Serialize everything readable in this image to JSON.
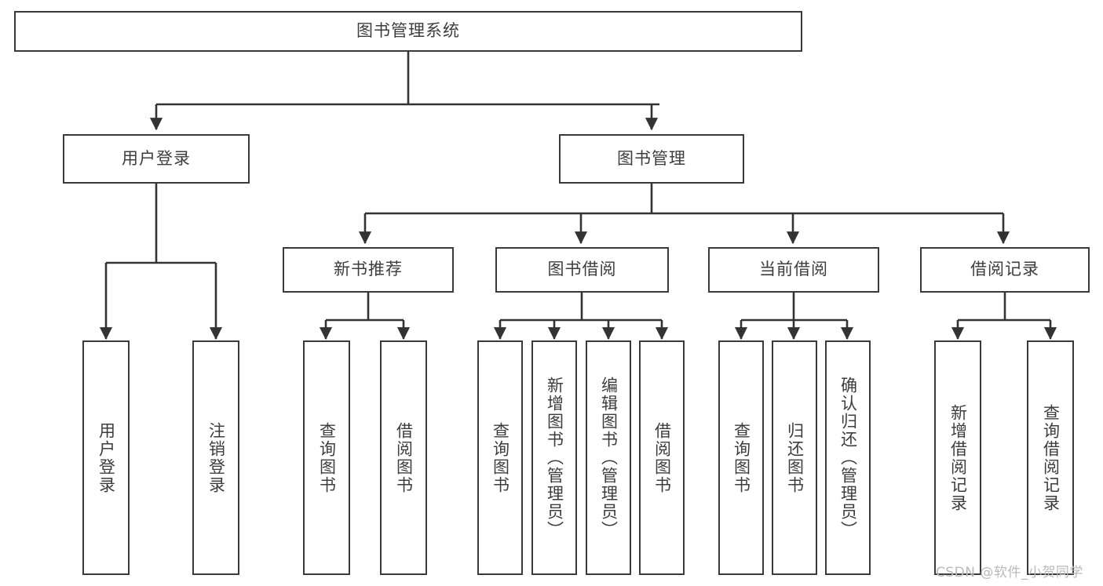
{
  "diagram": {
    "title": "图书管理系统",
    "type": "tree",
    "orientation": "top-down",
    "colors": {
      "background": "#ffffff",
      "node_border": "#3a3a3a",
      "node_fill": "#ffffff",
      "text": "#3d3d3d",
      "edge": "#333333",
      "watermark": "#b9b9b9"
    }
  },
  "root": {
    "label": "图书管理系统"
  },
  "level2": [
    {
      "label": "用户登录"
    },
    {
      "label": "图书管理"
    }
  ],
  "level3": [
    {
      "label": "新书推荐"
    },
    {
      "label": "图书借阅"
    },
    {
      "label": "当前借阅"
    },
    {
      "label": "借阅记录"
    }
  ],
  "leaves": {
    "user_login": [
      {
        "label": "用户登录"
      },
      {
        "label": "注销登录"
      }
    ],
    "new_book": [
      {
        "label": "查询图书"
      },
      {
        "label": "借阅图书"
      }
    ],
    "book_borrow": [
      {
        "label": "查询图书"
      },
      {
        "label": "新增图书（管理员）"
      },
      {
        "label": "编辑图书（管理员）"
      },
      {
        "label": "借阅图书"
      }
    ],
    "current_borrow": [
      {
        "label": "查询图书"
      },
      {
        "label": "归还图书"
      },
      {
        "label": "确认归还（管理员）"
      }
    ],
    "borrow_record": [
      {
        "label": "新增借阅记录"
      },
      {
        "label": "查询借阅记录"
      }
    ]
  },
  "watermark": {
    "text": "CSDN @软件_小贺同学"
  }
}
